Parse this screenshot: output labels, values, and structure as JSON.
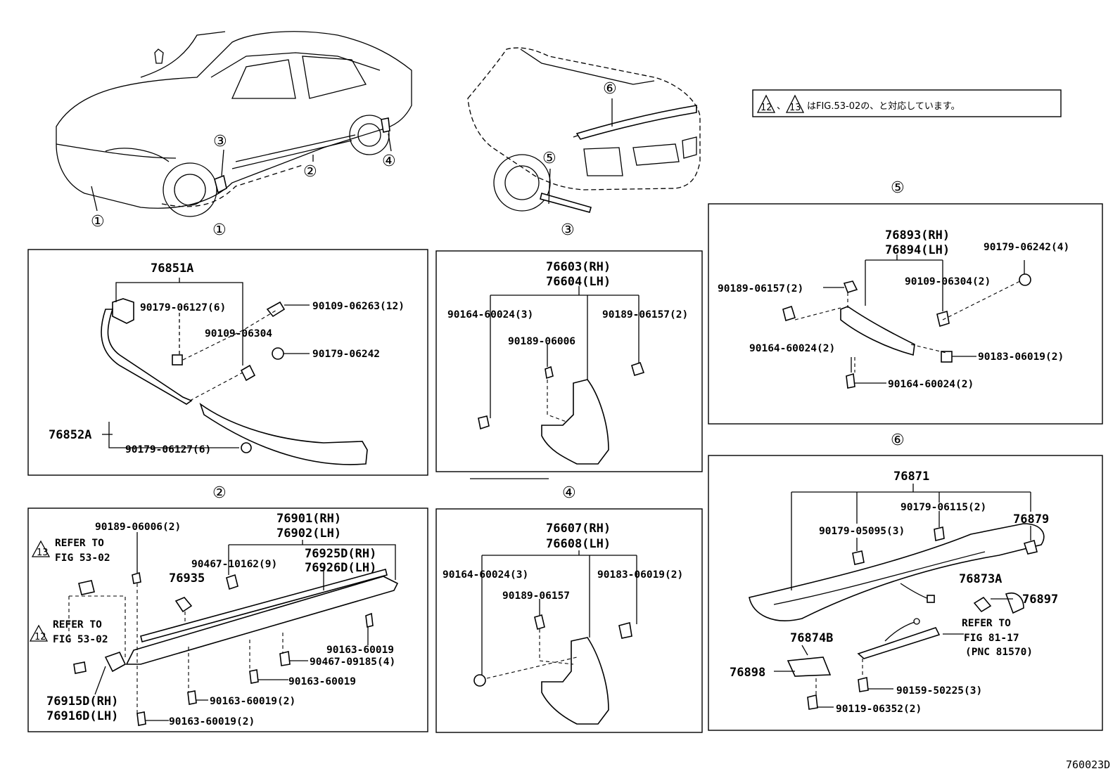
{
  "note": {
    "text": "はFIG.53-02の、と対応しています。",
    "marks": [
      "12",
      "13",
      "12",
      "13"
    ],
    "sep": "、"
  },
  "callouts": [
    "①",
    "②",
    "③",
    "④",
    "⑤",
    "⑥"
  ],
  "panel1": {
    "main": "76851A",
    "p1": "90179-06127(6)",
    "p2": "90109-06263(12)",
    "p3": "90109-06304",
    "p4": "90179-06242",
    "lower": "76852A",
    "p5": "90179-06127(6)"
  },
  "panel2": {
    "p1": "90189-06006(2)",
    "main_rh": "76901(RH)",
    "main_lh": "76902(LH)",
    "ref13_a": "REFER TO",
    "ref13_b": "FIG 53-02",
    "ref12_a": "REFER TO",
    "ref12_b": "FIG 53-02",
    "p2": "90467-10162(9)",
    "p3": "76935",
    "mould_rh": "76925D(RH)",
    "mould_lh": "76926D(LH)",
    "p4": "90163-60019",
    "p5": "90467-09185(4)",
    "p6": "90163-60019",
    "p7": "90163-60019(2)",
    "p8": "90163-60019(2)",
    "br_rh": "76915D(RH)",
    "br_lh": "76916D(LH)"
  },
  "panel3": {
    "main_rh": "76603(RH)",
    "main_lh": "76604(LH)",
    "p1": "90164-60024(3)",
    "p2": "90189-06157(2)",
    "p3": "90189-06006"
  },
  "panel4": {
    "main_rh": "76607(RH)",
    "main_lh": "76608(LH)",
    "p1": "90164-60024(3)",
    "p2": "90183-06019(2)",
    "p3": "90189-06157"
  },
  "panel5": {
    "main_rh": "76893(RH)",
    "main_lh": "76894(LH)",
    "p1": "90179-06242(4)",
    "p2": "90189-06157(2)",
    "p3": "90109-06304(2)",
    "p4": "90164-60024(2)",
    "p5": "90183-06019(2)",
    "p6": "90164-60024(2)"
  },
  "panel6": {
    "main": "76871",
    "p1": "90179-06115(2)",
    "p2": "90179-05095(3)",
    "p3": "76879",
    "p4": "76873A",
    "p5": "76897",
    "ref_a": "REFER TO",
    "ref_b": "FIG 81-17",
    "ref_c": "(PNC 81570)",
    "p6": "76874B",
    "p7": "76898",
    "p8": "90159-50225(3)",
    "p9": "90119-06352(2)"
  },
  "figure_id": "760023D"
}
